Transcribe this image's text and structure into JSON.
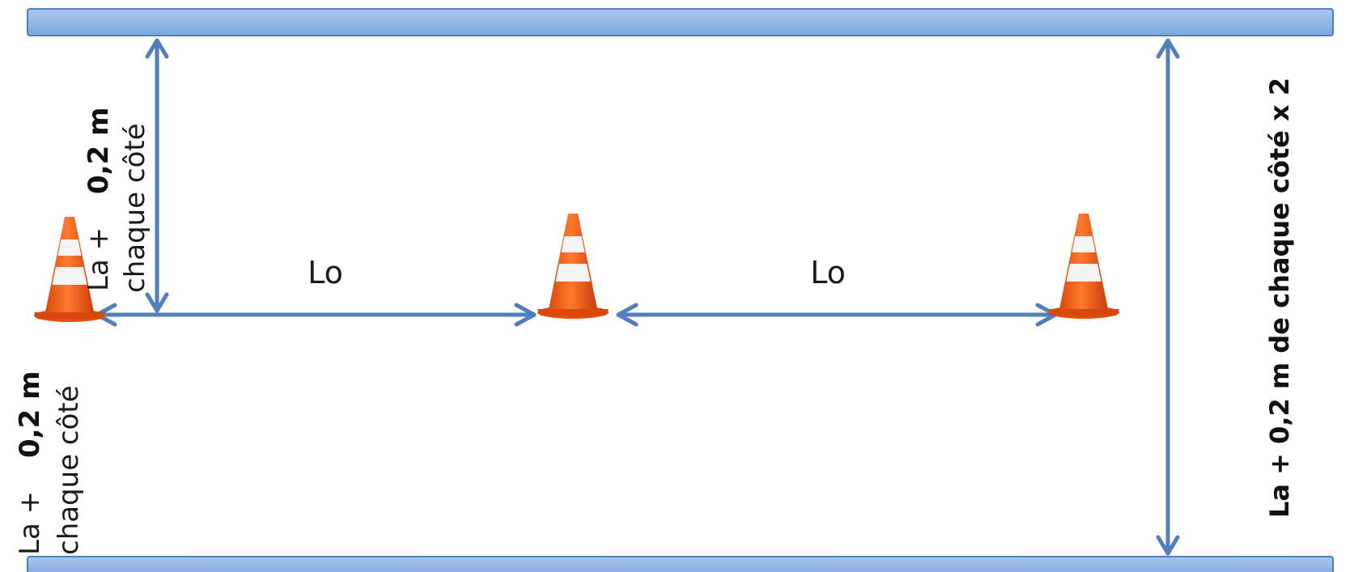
{
  "labels": {
    "lo_left": "Lo",
    "lo_right": "Lo",
    "upper_la": "La +",
    "upper_value": "0,2 m",
    "upper_side": "chaque côté",
    "lower_la": "La +",
    "lower_value": "0,2 m",
    "lower_side": "chaque côté",
    "right_total": "La + 0,2 m de chaque côté x 2"
  },
  "colors": {
    "bar_fill": "#8fb5e9",
    "bar_stroke": "#4a7fc1",
    "arrow": "#4f7fbf",
    "cone_orange": "#f25a14",
    "cone_white": "#f4f4f4"
  },
  "icons": [
    "traffic-cone-icon",
    "traffic-cone-icon",
    "traffic-cone-icon"
  ]
}
